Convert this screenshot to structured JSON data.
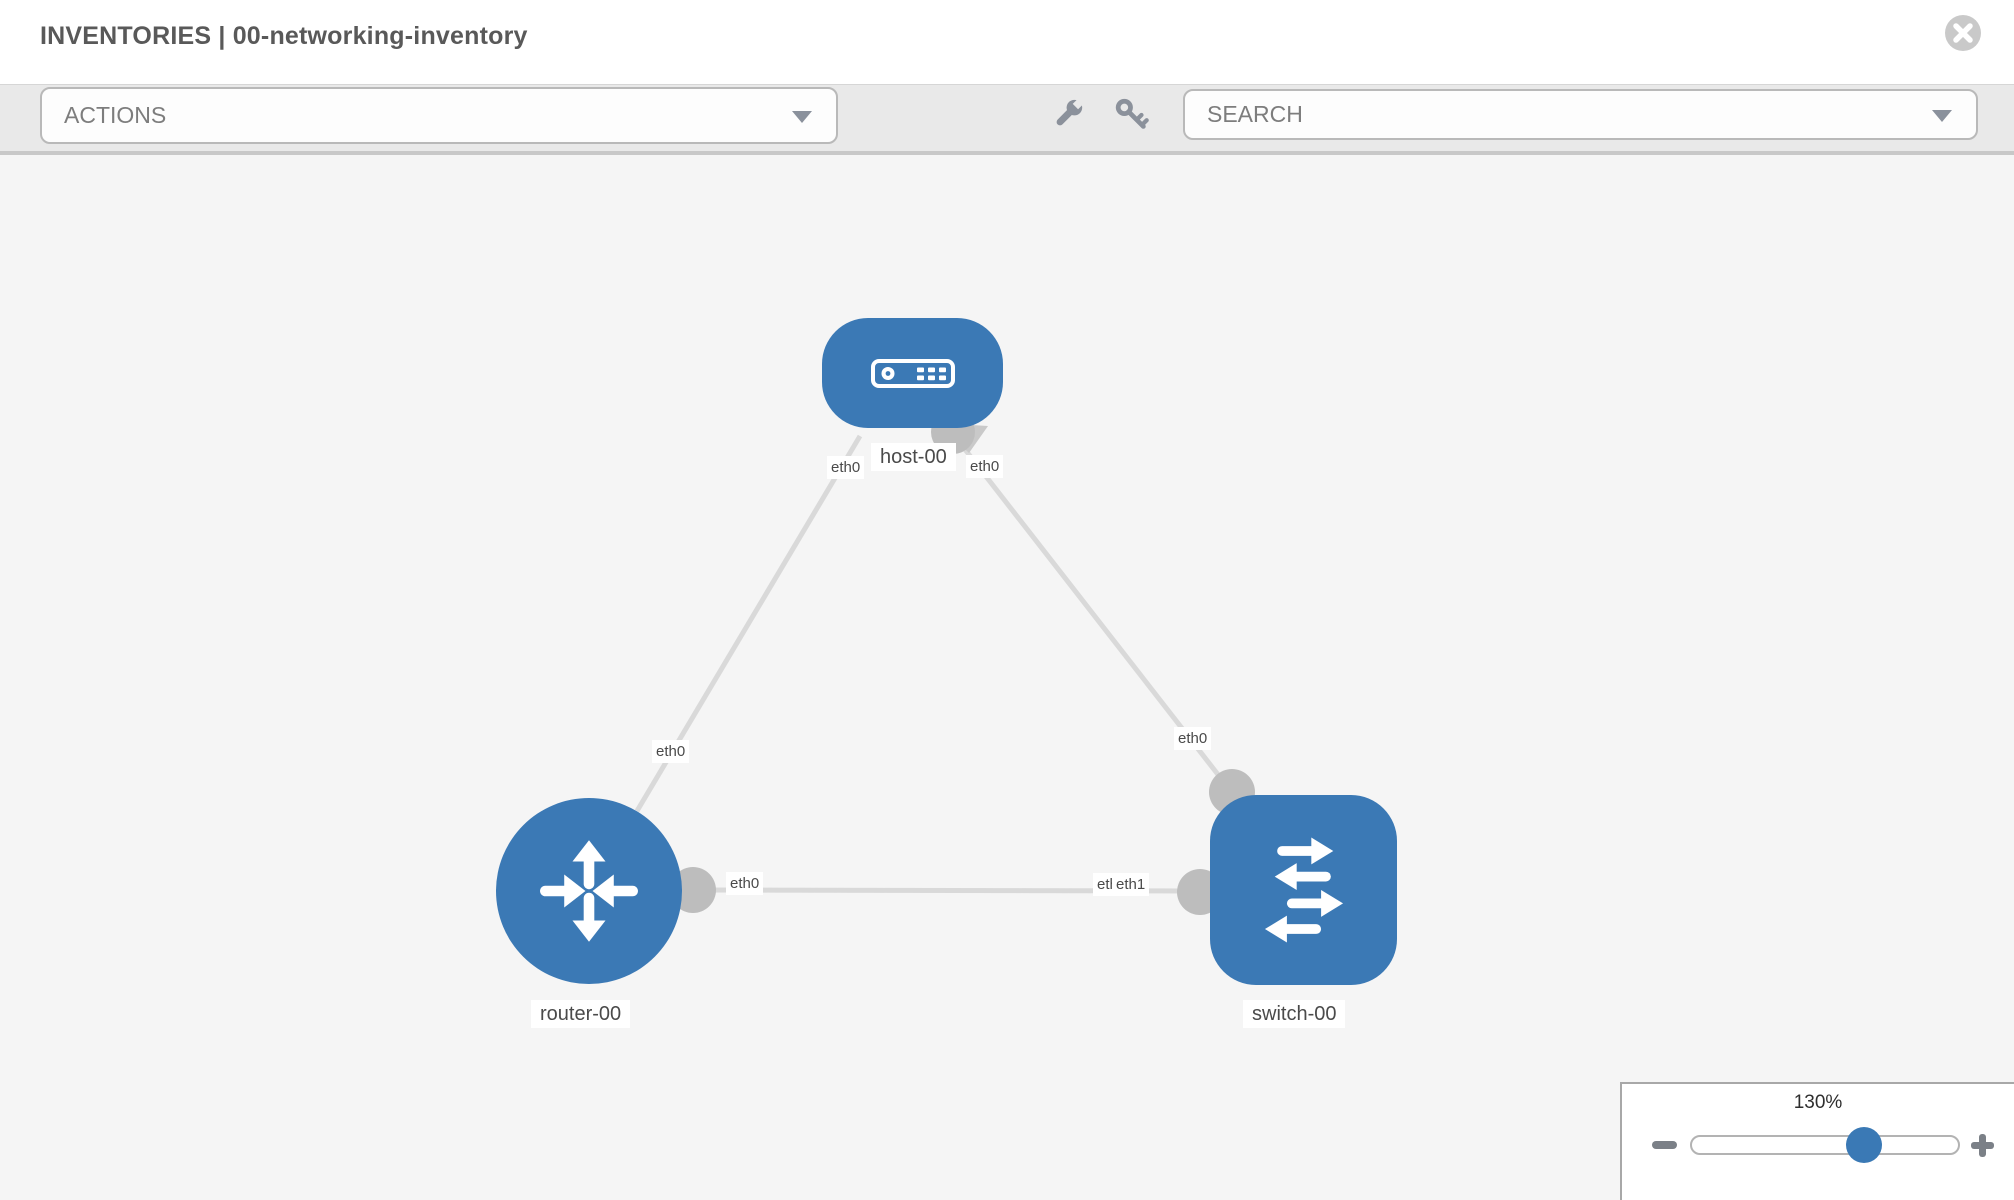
{
  "header": {
    "title": "INVENTORIES | 00-networking-inventory"
  },
  "toolbar": {
    "actions_label": "ACTIONS",
    "search_placeholder": "SEARCH",
    "icons": [
      "wrench-icon",
      "key-icon"
    ]
  },
  "topology": {
    "nodes": [
      {
        "label": "host-00",
        "type": "host"
      },
      {
        "label": "router-00",
        "type": "router"
      },
      {
        "label": "switch-00",
        "type": "switch"
      }
    ],
    "links": [
      {
        "from": "host-00",
        "to": "router-00",
        "from_label": "eth0",
        "to_label": "eth0"
      },
      {
        "from": "host-00",
        "to": "switch-00",
        "from_label": "eth0",
        "to_label": "eth0"
      },
      {
        "from": "router-00",
        "to": "switch-00",
        "from_label": "eth0",
        "to_label": "eth1"
      }
    ]
  },
  "zoom_control": {
    "level": "130%"
  },
  "colors": {
    "node_blue": "#3b79b5",
    "link_gray": "#d9d9d9",
    "port_gray": "#bdbdbd",
    "toolbar_bg": "#e9e9e9",
    "canvas_bg": "#f5f5f5"
  }
}
